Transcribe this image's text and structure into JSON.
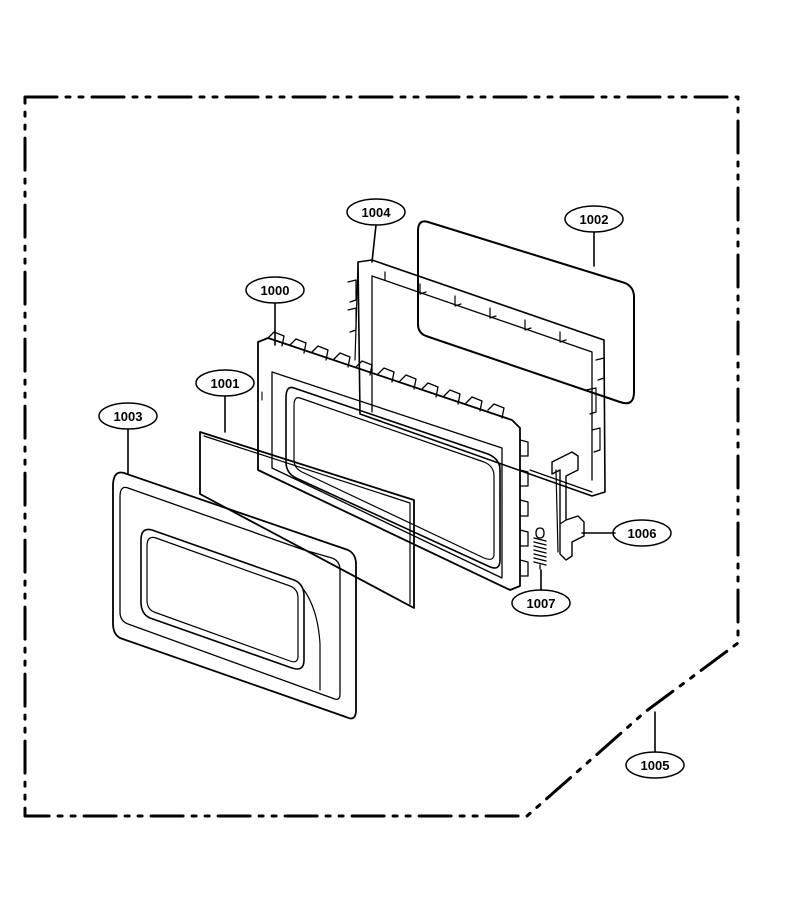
{
  "diagram": {
    "callouts": [
      {
        "id": "1000"
      },
      {
        "id": "1001"
      },
      {
        "id": "1002"
      },
      {
        "id": "1003"
      },
      {
        "id": "1004"
      },
      {
        "id": "1005"
      },
      {
        "id": "1006"
      },
      {
        "id": "1007"
      }
    ]
  }
}
